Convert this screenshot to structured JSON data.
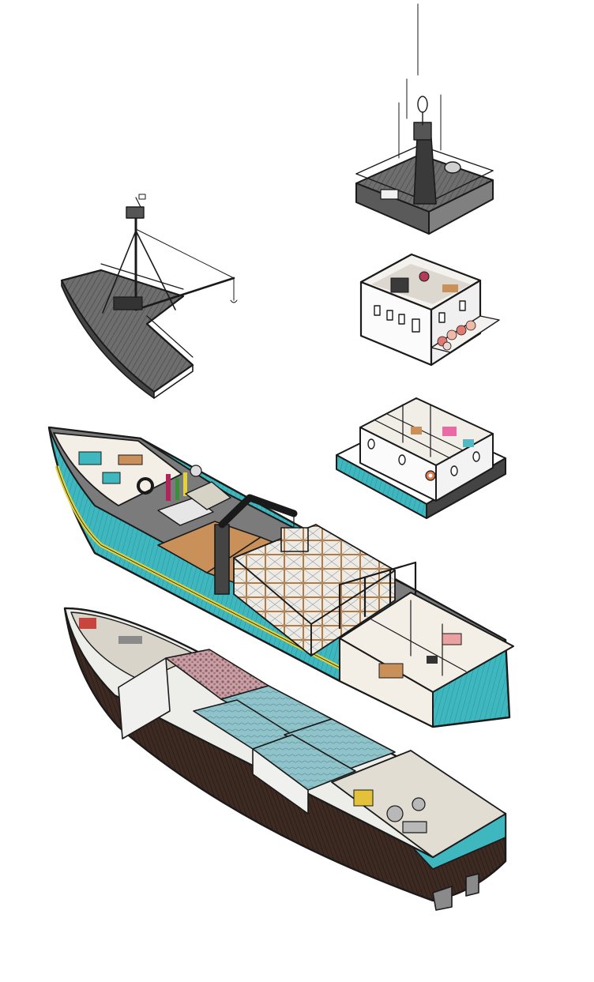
{
  "illustration": {
    "subject": "exploded-view-fishing-vessel",
    "parts": [
      {
        "id": "mast-platform",
        "icon": "radar-mast-platform"
      },
      {
        "id": "wheelhouse",
        "icon": "wheelhouse-deck"
      },
      {
        "id": "accommodation-deck",
        "icon": "cabin-deck"
      },
      {
        "id": "foredeck-with-rigging",
        "icon": "bow-deck-with-boom"
      },
      {
        "id": "main-deck",
        "icon": "main-deck-with-crane-and-pots"
      },
      {
        "id": "hull-with-tanks",
        "icon": "hull-with-fish-holds-and-engine-room"
      }
    ],
    "colors": {
      "ink": "#1a1a1a",
      "deck_gray": "#6b6b6b",
      "hull_teal": "#3fb7bf",
      "hull_brown": "#3d2a22",
      "stripe_yellow": "#e3d23a",
      "wood_orange": "#c9905a",
      "tank_water": "#8fc3c9",
      "fish_catch": "#b88a8f",
      "wall_white": "#f4f2ee"
    }
  }
}
